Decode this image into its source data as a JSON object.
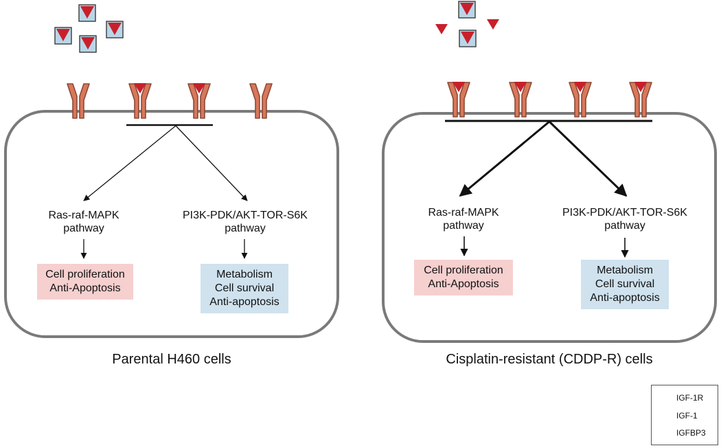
{
  "left_panel": {
    "caption": "Parental H460 cells",
    "ras_pathway": [
      "Ras-raf-MAPK",
      "pathway"
    ],
    "pi3k_pathway": [
      "PI3K-PDK/AKT-TOR-S6K",
      "pathway"
    ],
    "pink_outcome": [
      "Cell proliferation",
      "Anti-Apoptosis"
    ],
    "blue_outcome": [
      "Metabolism",
      "Cell survival",
      "Anti-apoptosis"
    ]
  },
  "right_panel": {
    "caption": "Cisplatin-resistant (CDDP-R) cells",
    "ras_pathway": [
      "Ras-raf-MAPK",
      "pathway"
    ],
    "pi3k_pathway": [
      "PI3K-PDK/AKT-TOR-S6K",
      "pathway"
    ],
    "pink_outcome": [
      "Cell proliferation",
      "Anti-Apoptosis"
    ],
    "blue_outcome": [
      "Metabolism",
      "Cell survival",
      "Anti-apoptosis"
    ]
  },
  "legend": {
    "receptor": "IGF-1R",
    "ligand": "IGF-1",
    "binding_protein": "IGFBP3"
  },
  "colors": {
    "receptor_fill": "#d9775a",
    "receptor_stroke": "#8a4a36",
    "ligand": "#c8202b",
    "igfbp3_fill": "#b9d6e8",
    "membrane": "#7a7a7a",
    "pink_box": "#f6cfcf",
    "blue_box": "#cfe2ee"
  }
}
